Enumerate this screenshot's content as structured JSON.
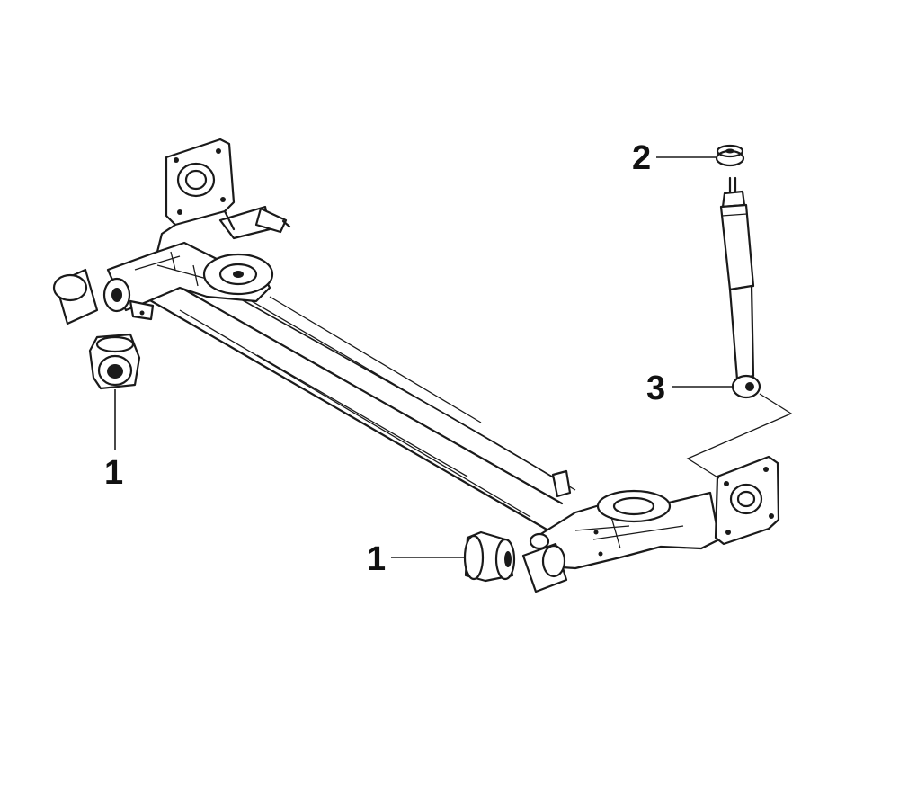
{
  "callouts": {
    "bushing_left": "1",
    "bushing_right": "1",
    "shock_top_mount": "2",
    "shock_absorber": "3"
  },
  "colors": {
    "ink": "#1a1a1a",
    "background": "#ffffff"
  }
}
